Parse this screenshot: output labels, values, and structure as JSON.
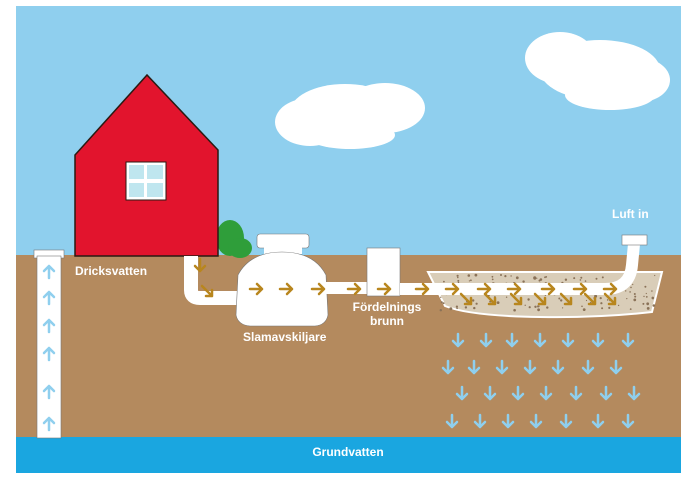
{
  "labels": {
    "drinking_water": "Dricksvatten",
    "septic_tank": "Slamavskiljare",
    "distribution_well_line1": "Fördelnings",
    "distribution_well_line2": "brunn",
    "air_in": "Luft in",
    "groundwater": "Grundvatten"
  },
  "colors": {
    "sky": "#8fcfee",
    "soil": "#b48a5e",
    "groundwater": "#1aa6e0",
    "house": "#e2142d",
    "roof_outline": "#2a1a12",
    "bush": "#2f9e3a",
    "pipe": "#ffffff",
    "flow_arrow": "#b8861e",
    "water_arrow": "#8fcfee",
    "gravel_bed": "#d9cdb8"
  },
  "icons": {
    "flow": "arrow-right-icon",
    "infiltration": "arrow-down-icon",
    "well_flow": "arrow-up-icon"
  }
}
